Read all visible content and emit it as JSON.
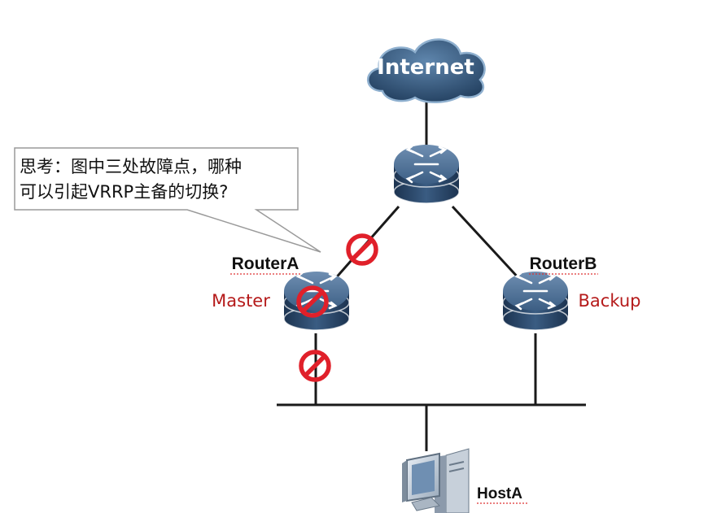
{
  "callout": {
    "line1": "思考：图中三处故障点，哪种",
    "line2": "可以引起VRRP主备的切换?"
  },
  "cloud": {
    "label": "Internet"
  },
  "routers": {
    "router_a": {
      "name": "RouterA",
      "role": "Master"
    },
    "router_b": {
      "name": "RouterB",
      "role": "Backup"
    }
  },
  "host": {
    "name": "HostA"
  },
  "colors": {
    "role_text": "#b51a1a",
    "fault_symbol": "#e0202a",
    "router_body": "#2f4e6e",
    "cloud_fill": "#2d4f71",
    "line": "#1a1a1a"
  },
  "icons": [
    "cloud-icon",
    "router-icon",
    "fault-icon",
    "pc-icon"
  ]
}
